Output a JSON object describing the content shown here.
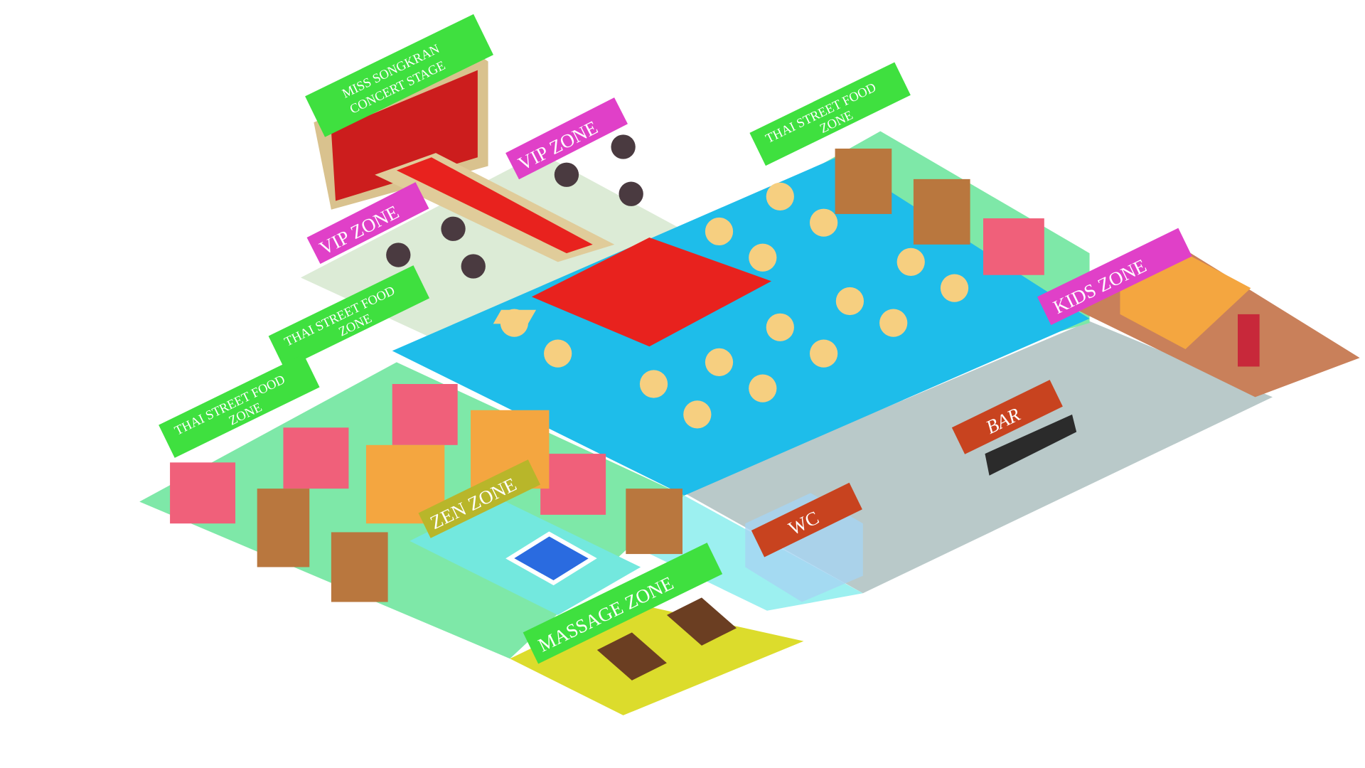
{
  "zones": {
    "stage": {
      "line1": "MISS SONGKRAN",
      "line2": "CONCERT STAGE"
    },
    "vip_left": "VIP ZONE",
    "vip_right": "VIP ZONE",
    "food_top": {
      "line1": "THAI STREET FOOD",
      "line2": "ZONE"
    },
    "food_mid": {
      "line1": "THAI STREET FOOD",
      "line2": "ZONE"
    },
    "food_left": {
      "line1": "THAI STREET FOOD",
      "line2": "ZONE"
    },
    "kids": "KIDS ZONE",
    "bar": "BAR",
    "wc": "WC",
    "zen": "ZEN ZONE",
    "massage": "MASSAGE ZONE"
  },
  "colors": {
    "green_sign": "#3fe03f",
    "magenta_sign": "#e040c8",
    "orange_sign": "#c8431f",
    "olive_sign": "#b8b62a",
    "blue_floor": "#1ebdea",
    "grey_floor": "#b9c9c9",
    "green_floor": "#7ee8a8",
    "brown_floor": "#c9805a",
    "yellow_floor": "#dcdc2c",
    "red_carpet": "#e8221e",
    "vip_floor": "#dcebd6",
    "zen_floor": "#73e8de"
  }
}
